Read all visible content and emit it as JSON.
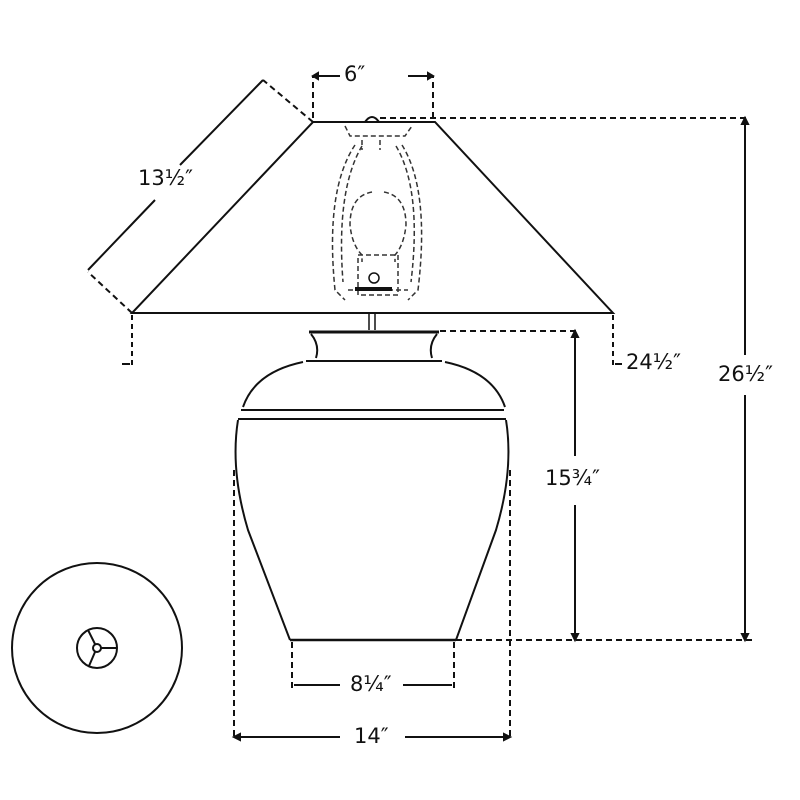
{
  "diagram": {
    "subject": "Table lamp dimension drawing",
    "dimensions": {
      "shade_top_width": "6″",
      "shade_slant_height": "13½″",
      "shade_bottom_height": "24½″",
      "overall_height": "26½″",
      "base_height": "15¾″",
      "base_foot_width": "8¼″",
      "base_max_width": "14″"
    },
    "views": [
      "front-elevation",
      "top-view-base"
    ],
    "colors": {
      "line": "#111111",
      "background": "#ffffff"
    }
  }
}
